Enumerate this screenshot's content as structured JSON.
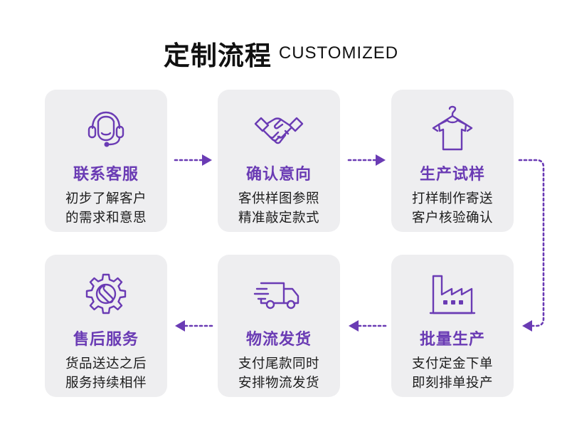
{
  "header": {
    "title": "定制流程",
    "subtitle": "CUSTOMIZED"
  },
  "colors": {
    "accent": "#6a3bb4",
    "card_bg": "#eeeef0",
    "text": "#1c1c1c"
  },
  "steps": [
    {
      "icon": "headset-icon",
      "title": "联系客服",
      "desc": [
        "初步了解客户",
        "的需求和意思"
      ]
    },
    {
      "icon": "handshake-icon",
      "title": "确认意向",
      "desc": [
        "客供样图参照",
        "精准敲定款式"
      ]
    },
    {
      "icon": "hanger-shirt-icon",
      "title": "生产试样",
      "desc": [
        "打样制作寄送",
        "客户核验确认"
      ]
    },
    {
      "icon": "factory-icon",
      "title": "批量生产",
      "desc": [
        "支付定金下单",
        "即刻排单投产"
      ]
    },
    {
      "icon": "truck-icon",
      "title": "物流发货",
      "desc": [
        "支付尾款同时",
        "安排物流发货"
      ]
    },
    {
      "icon": "gear-wrench-icon",
      "title": "售后服务",
      "desc": [
        "货品送达之后",
        "服务持续相伴"
      ]
    }
  ]
}
